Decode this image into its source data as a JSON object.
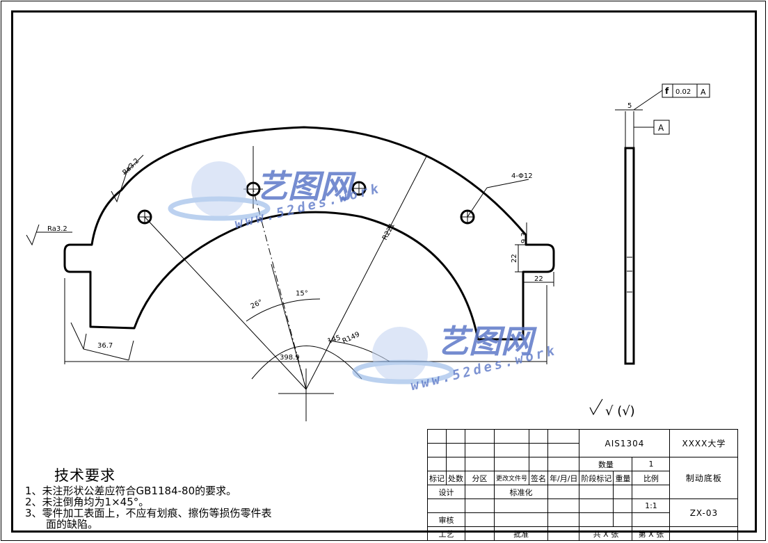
{
  "drawing": {
    "roughness_left_top": "Ra3.2",
    "roughness_left_mid": "Ra3.2",
    "hole_note": "4-Φ12",
    "dim_r221": "R221",
    "dim_r149": "R149",
    "dim_145": "145",
    "dim_3989": "398.9",
    "dim_367": "36.7",
    "angle_26": "26°",
    "angle_15": "15°",
    "dim_22_vert": "22",
    "dim_93": "9.3",
    "dim_22_horiz": "22",
    "dim_5": "5",
    "flatness_symbol": "f",
    "flatness_value": "0.02",
    "flatness_datum": "A",
    "datum_label": "A",
    "finish_note": "√  (√)"
  },
  "watermark": {
    "cn": "艺图网",
    "url": "www.52des.work"
  },
  "tech_requirements": {
    "title": "技术要求",
    "lines": [
      "1、未注形状公差应符合GB1184-80的要求。",
      "2、未注倒角均为1×45°。",
      "3、零件加工表面上，不应有划痕、擦伤等损伤零件表",
      "面的缺陷。"
    ]
  },
  "title_block": {
    "material": "AIS1304",
    "school": "XXXX大学",
    "part_name": "制动底板",
    "drawing_no": "ZX-03",
    "col_biaoji": "标记",
    "col_chushu": "处数",
    "col_fenqu": "分区",
    "col_gengai": "更改文件号",
    "col_qianming": "签名",
    "col_date": "年/月/日",
    "sheji": "设计",
    "biaozhunhua": "标准化",
    "shenhe": "审核",
    "gongyi": "工艺",
    "pizhun": "批准",
    "shuliang": "数量",
    "shuliang_val": "1",
    "jieduan": "阶段标记",
    "zhongliang": "重量",
    "bili": "比例",
    "bili_val": "1:1",
    "gong_zhang": "共  X  张",
    "di_zhang": "第  X  张"
  }
}
